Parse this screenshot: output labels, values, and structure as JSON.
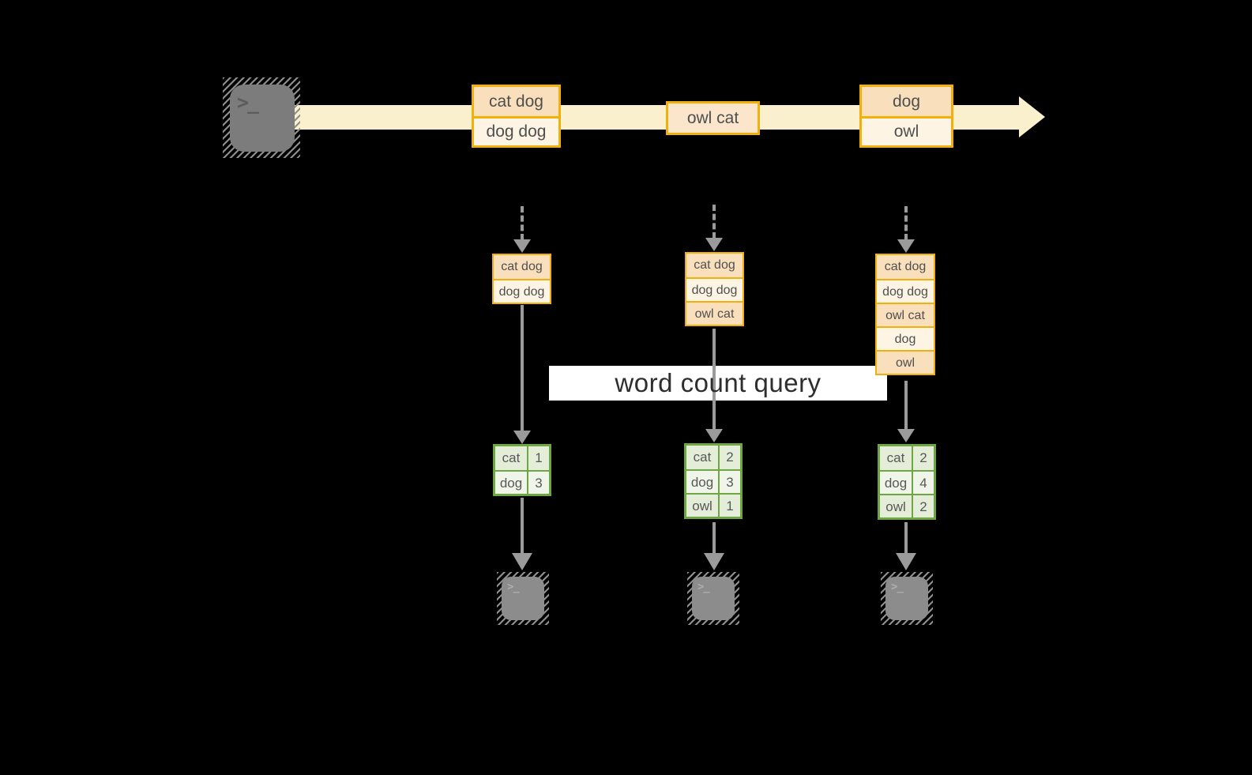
{
  "title_banner": {
    "label": "word count query"
  },
  "icons": {
    "terminal_glyph": ">_"
  },
  "stream": {
    "messages": [
      {
        "lines": [
          "cat dog",
          "dog dog"
        ]
      },
      {
        "lines": [
          "owl cat"
        ]
      },
      {
        "lines": [
          "dog",
          "owl"
        ]
      }
    ]
  },
  "columns": [
    {
      "buffer": [
        "cat dog",
        "dog dog"
      ],
      "counts": [
        {
          "word": "cat",
          "count": "1"
        },
        {
          "word": "dog",
          "count": "3"
        }
      ]
    },
    {
      "buffer": [
        "cat dog",
        "dog dog",
        "owl cat"
      ],
      "counts": [
        {
          "word": "cat",
          "count": "2"
        },
        {
          "word": "dog",
          "count": "3"
        },
        {
          "word": "owl",
          "count": "1"
        }
      ]
    },
    {
      "buffer": [
        "cat dog",
        "dog dog",
        "owl cat",
        "dog",
        "owl"
      ],
      "counts": [
        {
          "word": "cat",
          "count": "2"
        },
        {
          "word": "dog",
          "count": "4"
        },
        {
          "word": "owl",
          "count": "2"
        }
      ]
    }
  ],
  "colors": {
    "background": "#000000",
    "stream_band": "#FAF0CD",
    "box_border_gold": "#F2B10A",
    "fill_peach": "#FADFBD",
    "fill_cream": "#FDF4E3",
    "green_border": "#6DA643",
    "green_fill": "#E4EDD7",
    "green_fill_alt": "#F0F5EA",
    "arrow_gray": "#9B9B9B",
    "banner_bg": "#FFFFFF"
  }
}
